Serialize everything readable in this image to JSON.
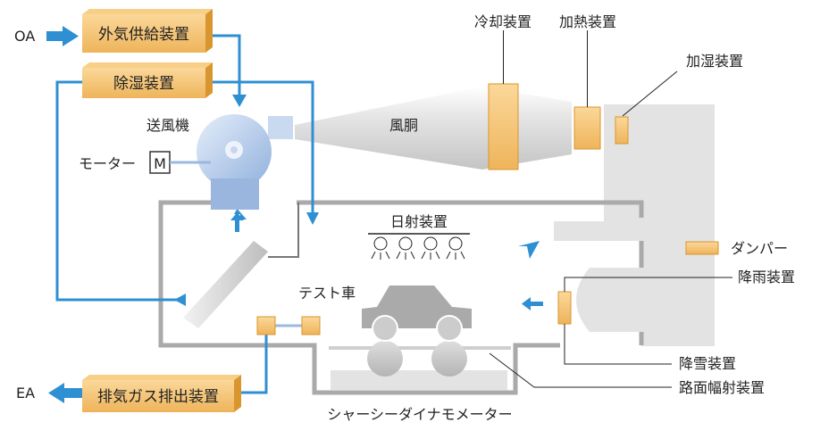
{
  "colors": {
    "flow_blue": "#2f8fd3",
    "box_orange": "#f3c06a",
    "box_orange_dark": "#d9962e",
    "wall_gray": "#aaaaaa",
    "duct_gray": "#e3e3e3",
    "fan_blue": "#9bb8e0"
  },
  "labels": {
    "oa": "OA",
    "ea": "EA",
    "outdoor_air_supply": "外気供給装置",
    "dehumidifier": "除湿装置",
    "exhaust_gas_device": "排気ガス排出装置",
    "blower": "送風機",
    "motor": "モーター",
    "motor_symbol": "M",
    "duct": "風胴",
    "cooler": "冷却装置",
    "heater": "加熱装置",
    "humidifier": "加湿装置",
    "solar_radiation": "日射装置",
    "damper": "ダンパー",
    "rain_device": "降雨装置",
    "snow_device": "降雪装置",
    "road_radiation": "路面幅射装置",
    "test_vehicle": "テスト車",
    "chassis_dynamometer": "シャーシーダイナモメーター"
  }
}
